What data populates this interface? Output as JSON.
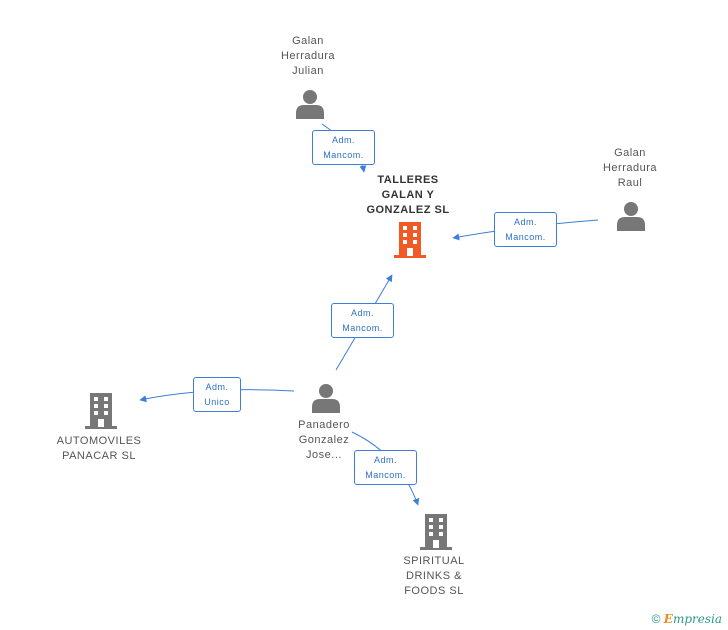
{
  "nodes": {
    "main_company": {
      "label_lines": [
        "TALLERES",
        "GALAN Y",
        "GONZALEZ SL"
      ],
      "color": "#f15a24"
    },
    "person_julian": {
      "label_lines": [
        "Galan",
        "Herradura",
        "Julian"
      ]
    },
    "person_raul": {
      "label_lines": [
        "Galan",
        "Herradura",
        "Raul"
      ]
    },
    "person_jose": {
      "label_lines": [
        "Panadero",
        "Gonzalez",
        "Jose..."
      ]
    },
    "company_automoviles": {
      "label_lines": [
        "AUTOMOVILES",
        "PANACAR SL"
      ]
    },
    "company_spiritual": {
      "label_lines": [
        "SPIRITUAL",
        "DRINKS &",
        "FOODS SL"
      ]
    }
  },
  "relations": {
    "julian_main": [
      "Adm.",
      "Mancom."
    ],
    "raul_main": [
      "Adm.",
      "Mancom."
    ],
    "jose_main": [
      "Adm.",
      "Mancom."
    ],
    "jose_automoviles": [
      "Adm.",
      "Unico"
    ],
    "jose_spiritual": [
      "Adm.",
      "Mancom."
    ]
  },
  "colors": {
    "edge": "#3d7fd6",
    "person": "#777777",
    "company": "#777777"
  },
  "footer": {
    "copyright": "©",
    "brand_initial": "E",
    "brand_rest": "mpresia"
  }
}
